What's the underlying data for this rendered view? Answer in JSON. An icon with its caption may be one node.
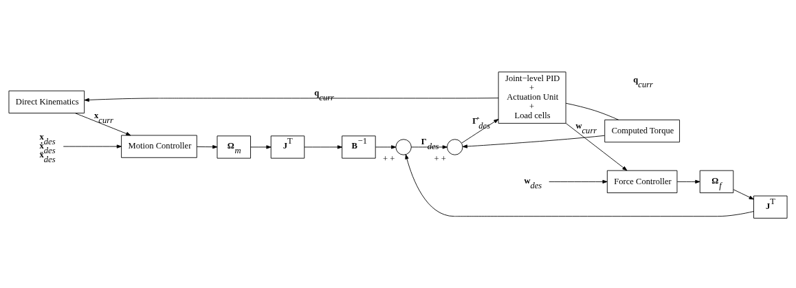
{
  "diagram": {
    "nodes": [
      {
        "text": [
          "Direct Kinematics"
        ]
      },
      {
        "text": [
          "Motion Controller"
        ]
      },
      {
        "text": [
          "**Ω**$_{m}$"
        ]
      },
      {
        "text": [
          "**J**$^{T}$"
        ]
      },
      {
        "text": [
          "**B**$^{−1}$"
        ]
      },
      {
        "text": [],
        "shape": "circle",
        "beside": [
          "+",
          "+"
        ]
      },
      {
        "text": [
          "Computed Torque"
        ]
      },
      {
        "text": [],
        "shape": "circle",
        "beside": [
          "+",
          "+"
        ]
      },
      {
        "text": [
          "Force Controller"
        ]
      },
      {
        "text": [
          "**Ω**$_{f}$"
        ]
      },
      {
        "text": [
          "**J**$^{T}$"
        ]
      },
      {
        "text": [
          "Joint−level PID",
          "+",
          "Actuation Unit",
          "+",
          "Load cells"
        ]
      },
      {
        "text": [
          "**x**$_{des}$",
          "**ẋ**$_{des}$",
          "**ẍ**$_{des}$"
        ]
      },
      {
        "text": [
          "**w**$_{des}$"
        ]
      }
    ],
    "edges": [
      {
        "from": 0,
        "to": 1,
        "arrow": "to",
        "label": "**x**$_{curr}$"
      },
      {
        "from": 12,
        "to": 1,
        "arrow": "to"
      },
      {
        "from": 1,
        "to": 2,
        "arrow": "to"
      },
      {
        "from": 2,
        "to": 3,
        "arrow": "to"
      },
      {
        "from": 3,
        "to": 4,
        "arrow": "to"
      },
      {
        "from": 4,
        "to": 5,
        "arrow": "to"
      },
      {
        "from": 5,
        "to": 7,
        "arrow": "to",
        "label": "**Γ**$_{des}$"
      },
      {
        "from": 6,
        "to": 7,
        "arrow": "to"
      },
      {
        "from": 13,
        "to": 8,
        "arrow": "to"
      },
      {
        "from": 8,
        "to": 9,
        "arrow": "to"
      },
      {
        "from": 9,
        "to": 10,
        "arrow": "to"
      },
      {
        "from": 10,
        "to": 5,
        "arrow": "to"
      },
      {
        "from": 7,
        "to": 11,
        "arrow": "to",
        "label": "**Γ̂**$_{des}$"
      },
      {
        "from": 11,
        "to": 8,
        "arrow": "to",
        "label": "**w**$_{curr}$"
      },
      {
        "from": 11,
        "to": 0,
        "arrow": "to",
        "label": "**q**$_{curr}$"
      },
      {
        "from": 11,
        "to": 6,
        "arrow": "none"
      }
    ],
    "labels": [
      "**q**$_{curr}$"
    ]
  }
}
